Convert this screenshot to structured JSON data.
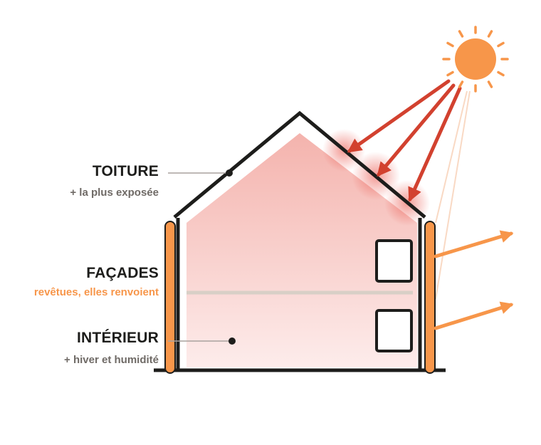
{
  "labels": {
    "toiture": {
      "title": "TOITURE",
      "subtitle": "+ la plus exposée"
    },
    "facades": {
      "title": "FAÇADES",
      "subtitle": "revêtues, elles renvoient"
    },
    "interieur": {
      "title": "INTÉRIEUR",
      "subtitle": "+ hiver et humidité"
    }
  },
  "colors": {
    "outline": "#1d1d1b",
    "sun": "#f7964a",
    "cladding": "#f7964a",
    "heat_ray": "#d2412f",
    "interior_top": "#f4b3ad",
    "interior_bottom": "#fdeceb",
    "subtitle": "#6f6a66",
    "floor_line": "#d8cfc6"
  },
  "icons": {
    "sun": "sun-icon"
  }
}
